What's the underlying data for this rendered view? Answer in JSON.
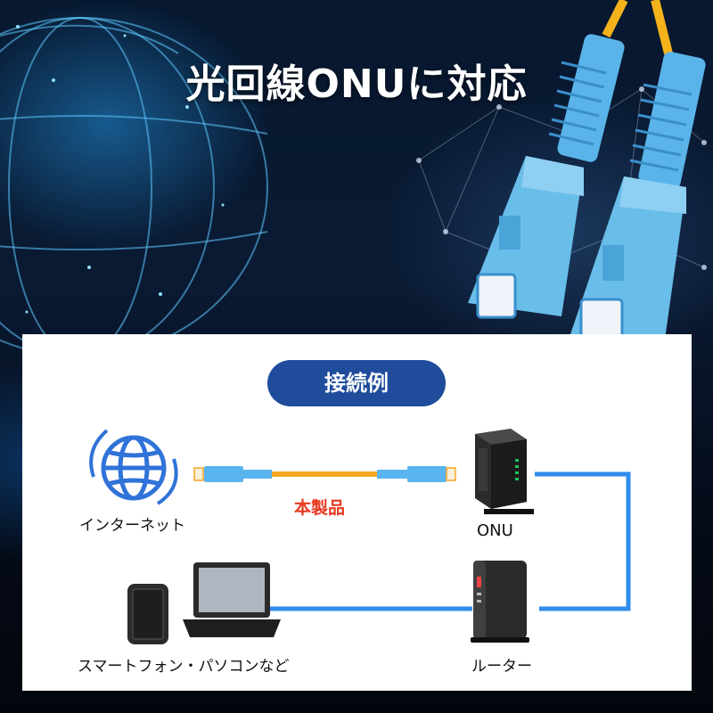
{
  "hero": {
    "title": "光回線ONUに対応"
  },
  "diagram": {
    "badge": "接続例",
    "product_label": "本製品",
    "nodes": {
      "internet": "インターネット",
      "onu": "ONU",
      "router": "ルーター",
      "devices": "スマートフォン・パソコンなど"
    },
    "colors": {
      "badge": "#1f4c9b",
      "product_label": "#e8381f",
      "link": "#2f8cec",
      "fiber": "#f5a623",
      "connector": "#5ab4f0"
    }
  }
}
